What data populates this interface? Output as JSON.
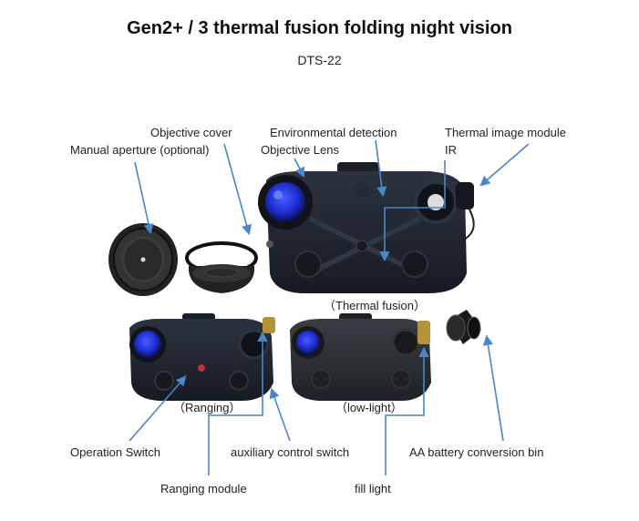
{
  "header": {
    "title": "Gen2+ / 3 thermal fusion folding night vision",
    "model": "DTS-22"
  },
  "labels": {
    "objective_cover": "Objective cover",
    "manual_aperture": "Manual aperture (optional)",
    "environmental_detection": "Environmental detection",
    "objective_lens": "Objective Lens",
    "thermal_image_module": "Thermal image module",
    "ir": "IR",
    "thermal_fusion": "（Thermal fusion）",
    "ranging": "（Ranging）",
    "low_light": "（low-light）",
    "operation_switch": "Operation Switch",
    "auxiliary_control_switch": "auxiliary control switch",
    "aa_battery_bin": "AA battery conversion bin",
    "ranging_module": "Ranging module",
    "fill_light": "fill light"
  },
  "colors": {
    "callout_line": "#4a86c8",
    "device_body": "#1f2530",
    "lens_blue": "#1d2fd0",
    "brass": "#b8923a"
  }
}
